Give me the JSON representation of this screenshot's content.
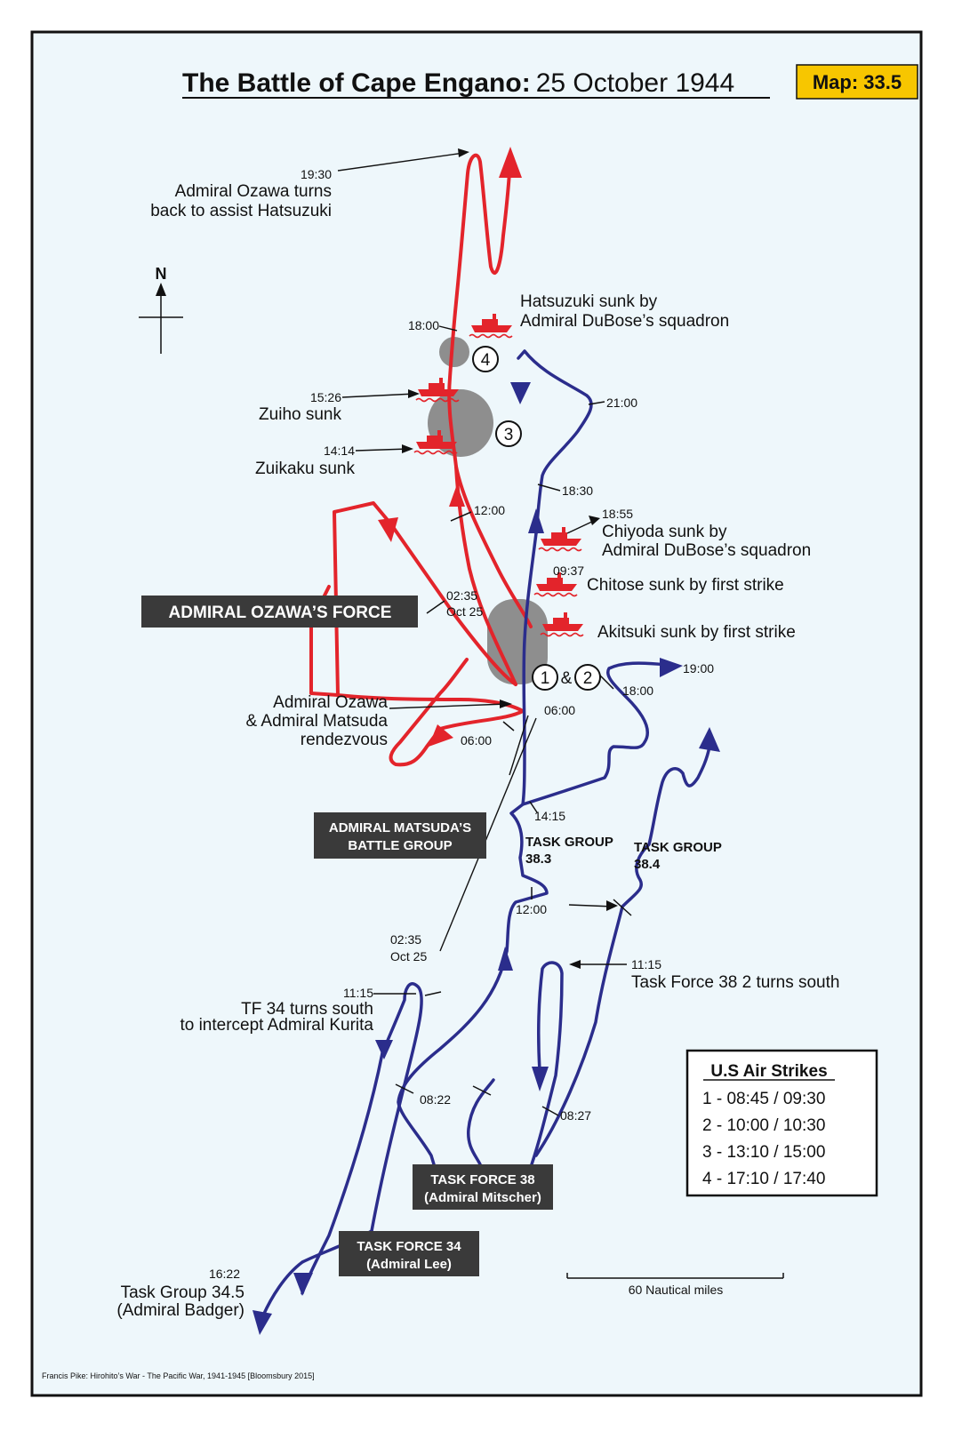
{
  "title": {
    "bold": "The Battle of Cape Engano:",
    "date": "25 October 1944",
    "map_number": "Map: 33.5"
  },
  "colors": {
    "japanese": "#e3242b",
    "american": "#2b2d8c",
    "background": "#eef7fb",
    "strike_zone": "#8e8e8e",
    "label_box": "#3a3a3a",
    "map_tag": "#f7c600"
  },
  "compass": {
    "north": "N"
  },
  "annotations": {
    "ozawa_turn_time": "19:30",
    "ozawa_turn_l1": "Admiral Ozawa turns",
    "ozawa_turn_l2": "back to assist Hatsuzuki",
    "hatsuzuki_l1": "Hatsuzuki sunk by",
    "hatsuzuki_l2": "Admiral DuBose’s squadron",
    "t_1800_red": "18:00",
    "t_2100": "21:00",
    "t_1526": "15:26",
    "zuiho": "Zuiho sunk",
    "t_1414": "14:14",
    "zuikaku": "Zuikaku sunk",
    "t_1830": "18:30",
    "t_1200_red": "12:00",
    "t_1855": "18:55",
    "chiyoda_l1": "Chiyoda sunk by",
    "chiyoda_l2": "Admiral DuBose’s squadron",
    "t_0937": "09:37",
    "chitose": "Chitose sunk by first strike",
    "t_0235_red": "02:35",
    "oct25_red": "Oct 25",
    "akitsuki": "Akitsuki sunk by first strike",
    "t_1900": "19:00",
    "t_1800_blue": "18:00",
    "rendezvous_l1": "Admiral Ozawa",
    "rendezvous_l2": "& Admiral Matsuda",
    "rendezvous_l3": "rendezvous",
    "t_0600_a": "06:00",
    "t_0600_b": "06:00",
    "t_1415": "14:15",
    "t_1200_blue": "12:00",
    "t_0235_blue": "02:35",
    "oct25_blue": "Oct 25",
    "t_1115_tf38": "11:15",
    "tf38_turn": "Task Force 38 2 turns south",
    "t_1115_tf34": "11:15",
    "tf34_turn_l1": "TF 34 turns south",
    "tf34_turn_l2": "to intercept Admiral Kurita",
    "t_0822": "08:22",
    "t_0827": "08:27",
    "t_1622": "16:22",
    "tg345_l1": "Task Group 34.5",
    "tg345_l2": "(Admiral Badger)",
    "tg383_l1": "TASK GROUP",
    "tg383_l2": "38.3",
    "tg384_l1": "TASK GROUP",
    "tg384_l2": "38.4"
  },
  "strike_markers": {
    "m4": "4",
    "m3": "3",
    "m1": "1",
    "amp": "&",
    "m2": "2"
  },
  "boxes": {
    "ozawa_force": "ADMIRAL OZAWA’S FORCE",
    "matsuda_l1": "ADMIRAL MATSUDA’S",
    "matsuda_l2": "BATTLE GROUP",
    "tf38_l1": "TASK FORCE 38",
    "tf38_l2": "(Admiral Mitscher)",
    "tf34_l1": "TASK FORCE 34",
    "tf34_l2": "(Admiral Lee)"
  },
  "legend": {
    "title": "U.S Air Strikes",
    "items": [
      "1 - 08:45 / 09:30",
      "2 - 10:00 / 10:30",
      "3 - 13:10 / 15:00",
      "4 - 17:10 / 17:40"
    ]
  },
  "scale_bar": {
    "label": "60 Nautical miles"
  },
  "source": "Francis Pike:  Hirohito’s War - The Pacific War, 1941-1945   [Bloomsbury 2015]"
}
